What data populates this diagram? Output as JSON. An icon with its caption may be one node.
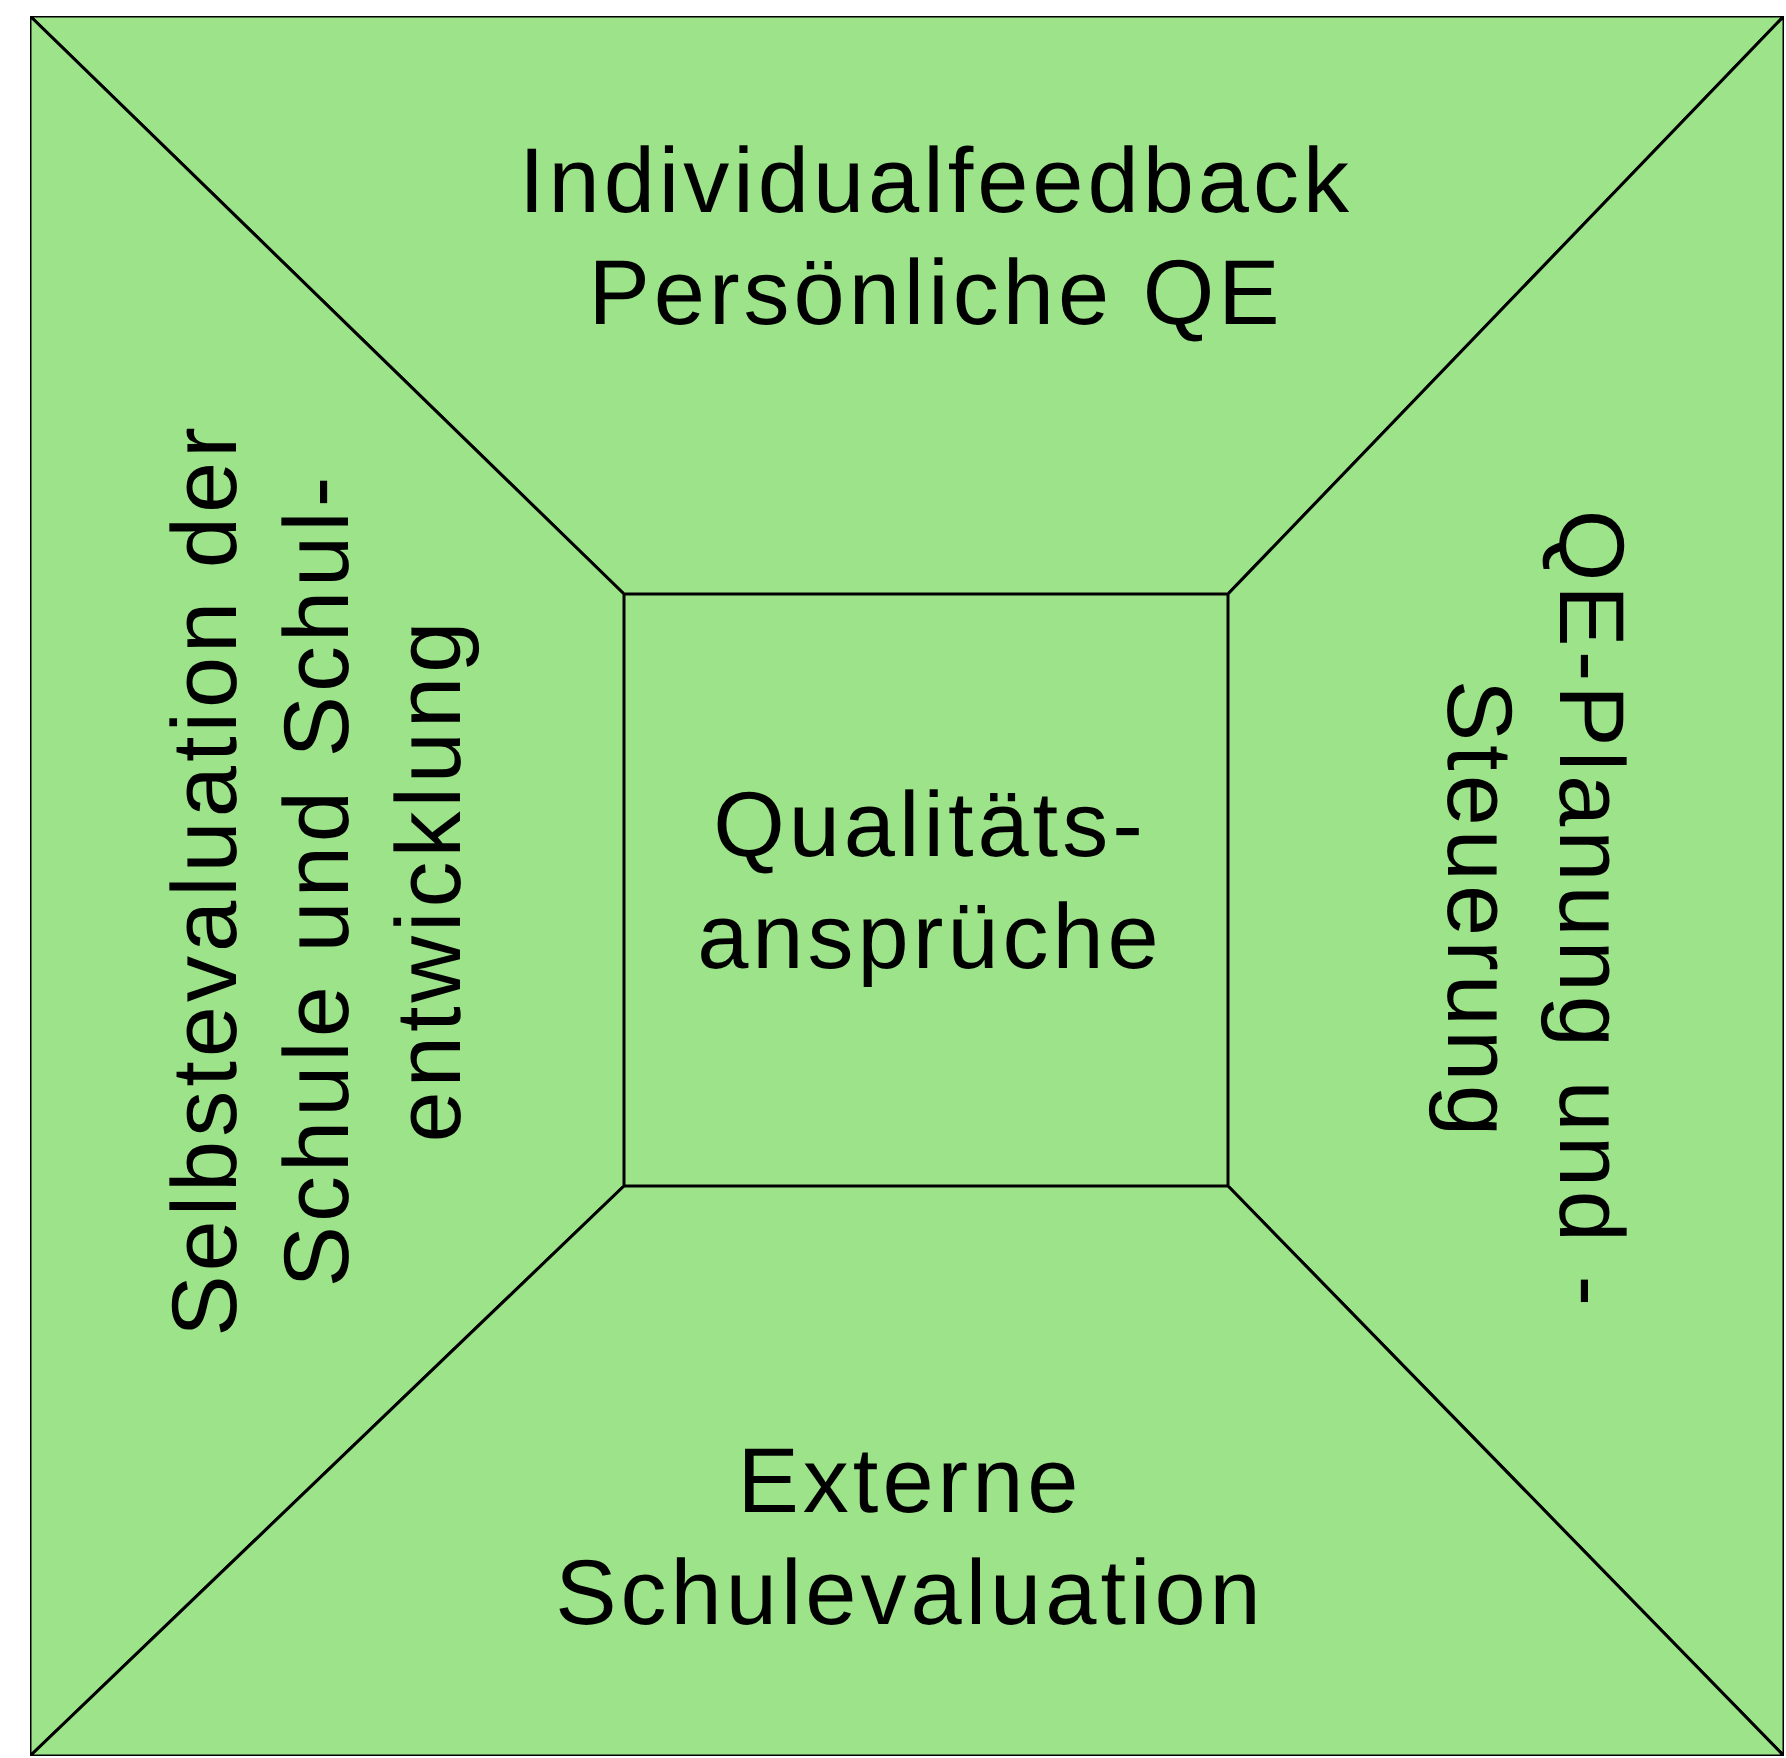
{
  "diagram": {
    "nodes": [
      {
        "text": [
          "Individualfeedback Persönliche QE"
        ]
      },
      {
        "text": [
          "Selbstevaluation der Schule und Schul- entwicklung"
        ]
      },
      {
        "text": [
          "Qualitäts- ansprüche"
        ]
      },
      {
        "text": [
          "QE-Planung und -Steuerung"
        ]
      },
      {
        "text": [
          "Externe Schulevaluation"
        ]
      }
    ],
    "edges": []
  }
}
